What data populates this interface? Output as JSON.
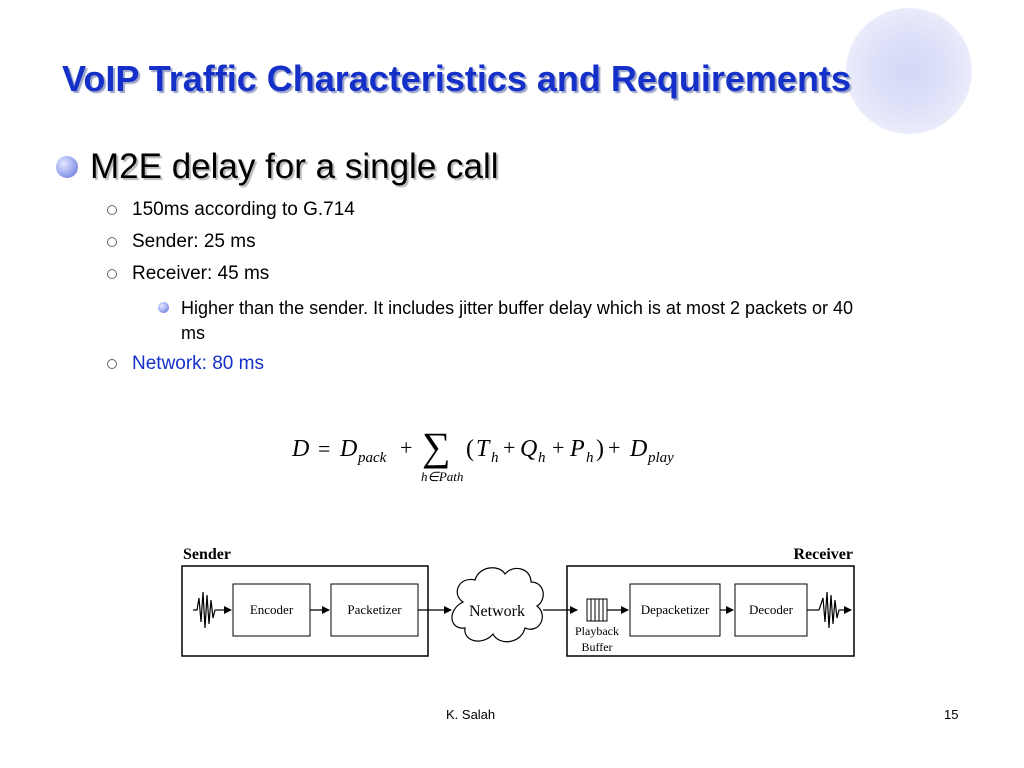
{
  "slide": {
    "title": "VoIP Traffic Characteristics and Requirements",
    "bullet1": "M2E delay for a single call",
    "sub1": "150ms according to G.714",
    "sub2": "Sender: 25 ms",
    "sub3": "Receiver: 45 ms",
    "sub3_note": "Higher than the sender.  It includes jitter buffer delay which is at most 2 packets or 40 ms",
    "sub4": "Network: 80 ms",
    "equation": {
      "D": "D",
      "eq": "=",
      "D_pack_base": "D",
      "D_pack_sub": "pack",
      "plus1": "+",
      "sigma": "∑",
      "sum_sub": "h∈Path",
      "open": "(",
      "T": "T",
      "h1": "h",
      "plus2": "+",
      "Q": "Q",
      "h2": "h",
      "plus3": "+",
      "P": "P",
      "h3": "h",
      "close": ")",
      "plus4": "+",
      "D_play_base": "D",
      "D_play_sub": "play"
    },
    "diagram": {
      "sender_label": "Sender",
      "receiver_label": "Receiver",
      "encoder": "Encoder",
      "packetizer": "Packetizer",
      "network": "Network",
      "playback_line1": "Playback",
      "playback_line2": "Buffer",
      "depacketizer": "Depacketizer",
      "decoder": "Decoder"
    },
    "footer_author": "K. Salah",
    "page_number": "15"
  }
}
